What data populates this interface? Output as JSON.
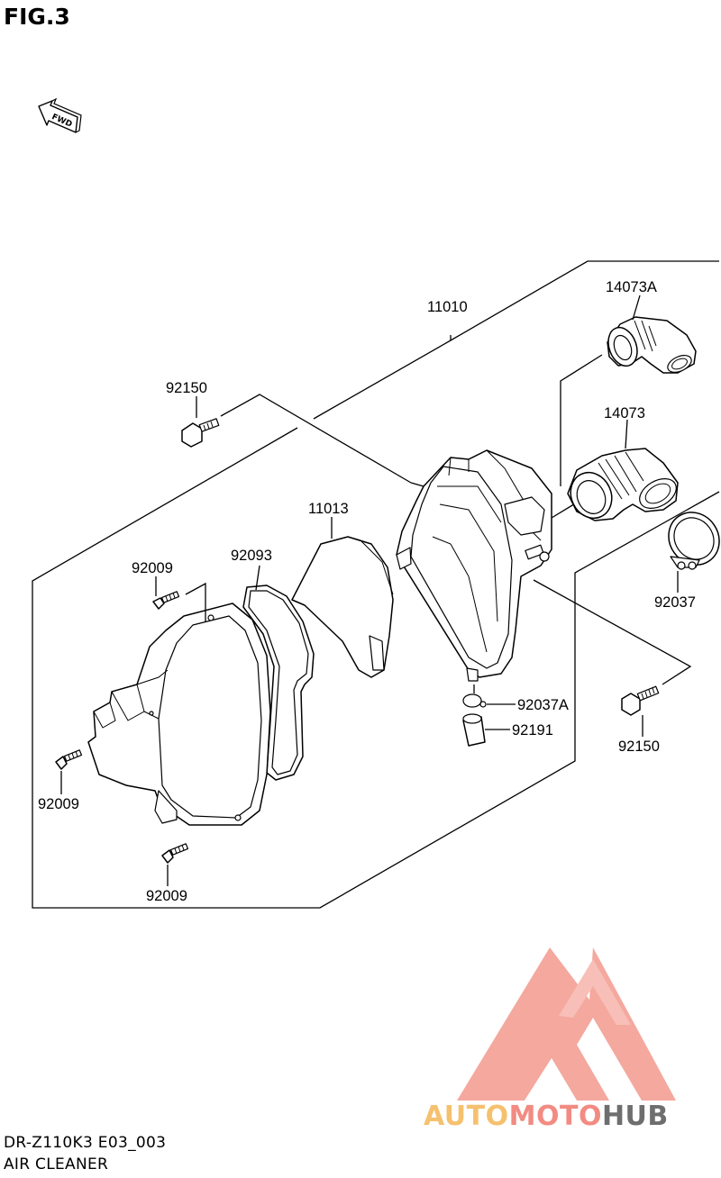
{
  "figure": {
    "title": "FIG.3",
    "fwd_label": "FWD"
  },
  "model_code": "DR-Z110K3 E03_003",
  "section_name": "AIR CLEANER",
  "part_labels": {
    "assy": "11010",
    "joint_a": "14073A",
    "joint": "14073",
    "bolt_top": "92150",
    "element": "11013",
    "gasket": "92093",
    "screw_upper": "92009",
    "screw_left": "92009",
    "screw_bottom": "92009",
    "clamp": "92037",
    "clamp_a": "92037A",
    "drain_plug": "92191",
    "bolt_right": "92150"
  },
  "watermark": {
    "part1": "AUTO",
    "part2": "MOTO",
    "part3": "HUB",
    "colors": {
      "triangle": "#f39a8e",
      "auto": "#f5c16f",
      "moto": "#f28b82",
      "hub": "#6e6e6e"
    }
  }
}
